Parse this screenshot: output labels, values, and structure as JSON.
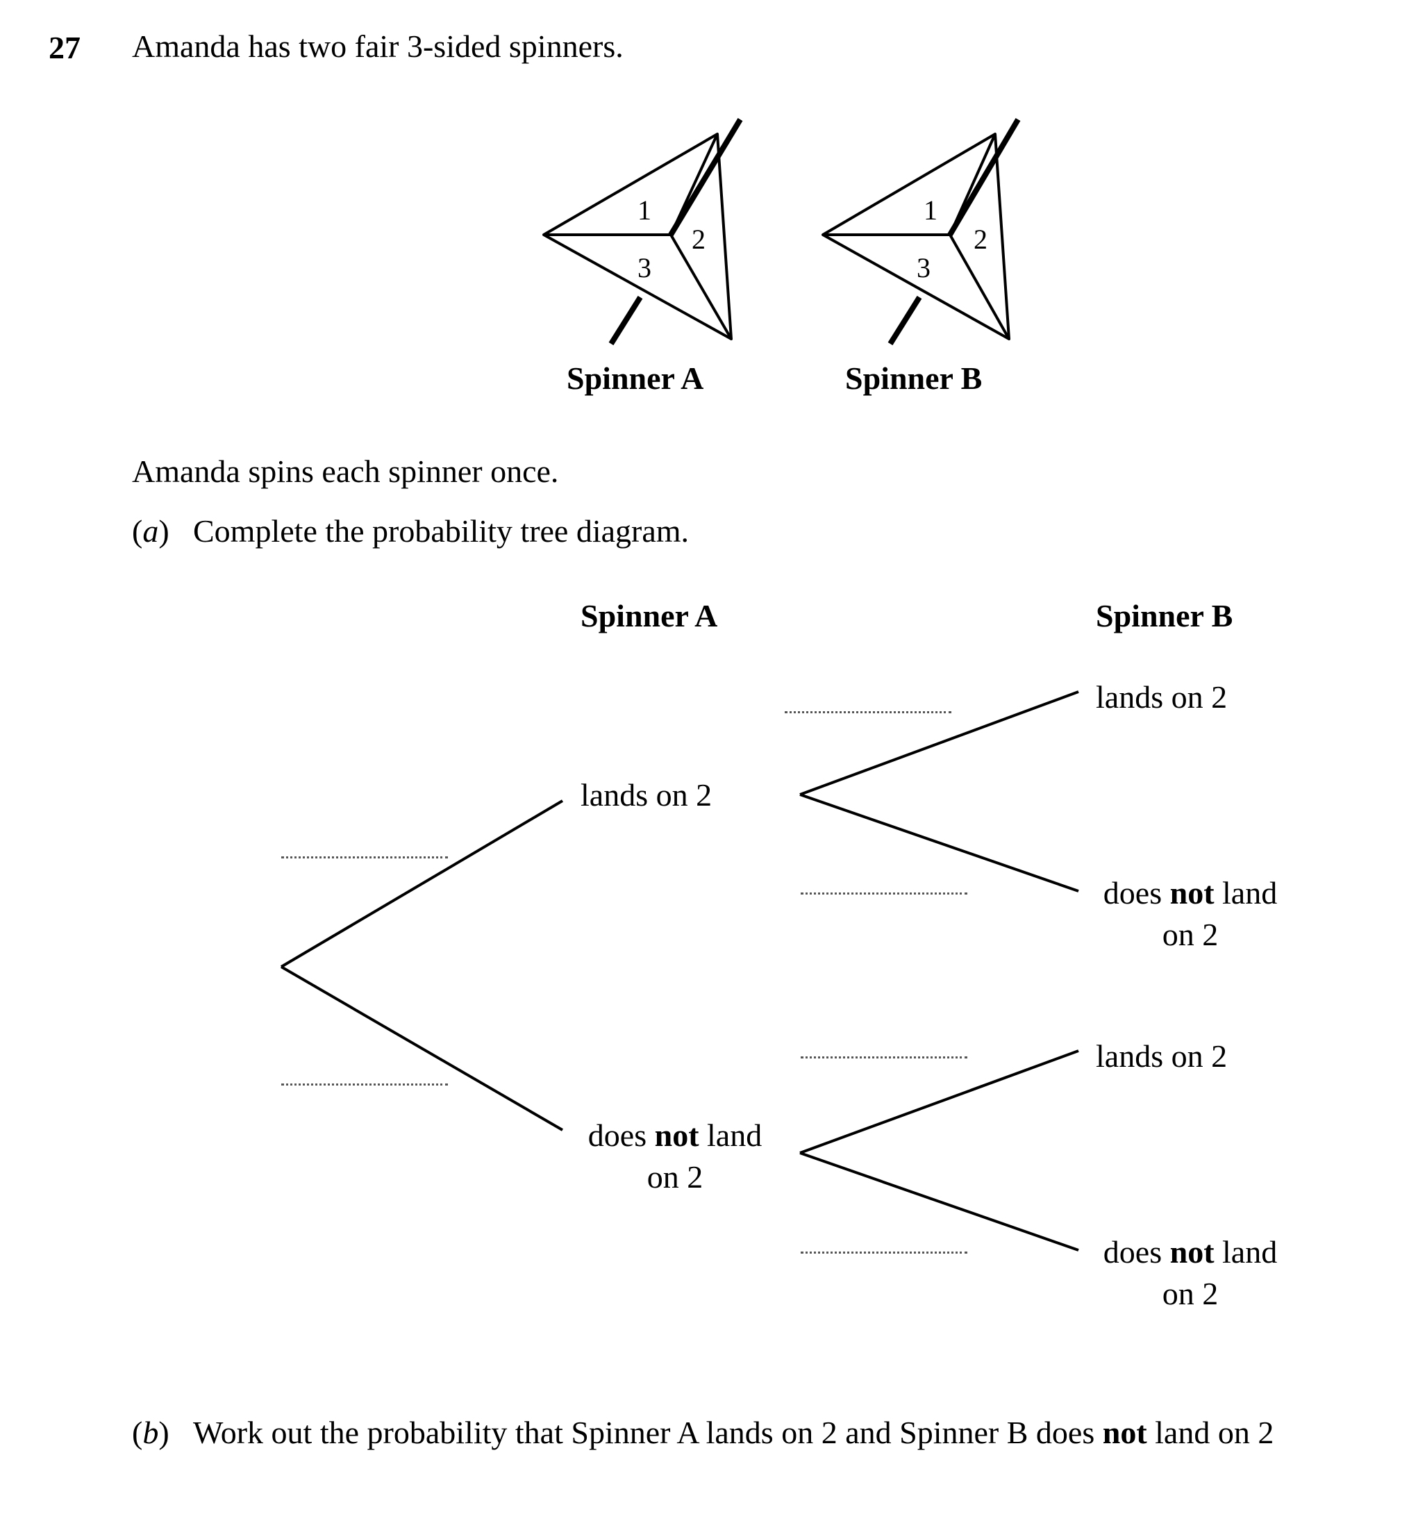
{
  "question": {
    "number": "27",
    "stem": "Amanda has two fair 3-sided spinners.",
    "instruction": "Amanda spins each spinner once."
  },
  "spinners": [
    {
      "label": "Spinner A",
      "sections": [
        "1",
        "2",
        "3"
      ]
    },
    {
      "label": "Spinner B",
      "sections": [
        "1",
        "2",
        "3"
      ]
    }
  ],
  "part_a": {
    "letter": "a",
    "text": "Complete the probability tree diagram."
  },
  "tree": {
    "header_a": "Spinner A",
    "header_b": "Spinner B",
    "a_lands": "lands on 2",
    "a_not_pre": "does ",
    "a_not_bold": "not",
    "a_not_post": " land",
    "a_not_line2": "on 2",
    "b_lands": "lands on 2",
    "b_not_pre": "does ",
    "b_not_bold": "not",
    "b_not_post": " land",
    "b_not_line2": "on 2"
  },
  "part_b": {
    "letter": "b",
    "text_pre": "Work out the probability that Spinner A lands on 2 and Spinner B does ",
    "text_bold": "not",
    "text_post": " land on 2"
  }
}
